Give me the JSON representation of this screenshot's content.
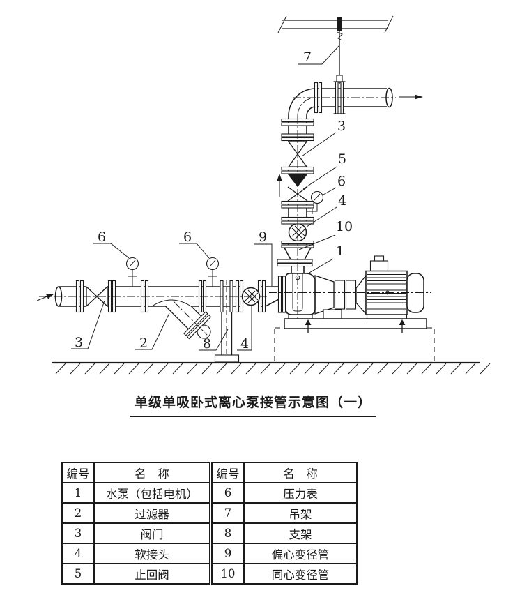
{
  "page": {
    "background": "#ffffff",
    "ink": "#1a1a1a"
  },
  "diagram": {
    "title": "单级单吸卧式离心泵接管示意图（一）",
    "callouts": {
      "n1": "1",
      "n2": "2",
      "n3": "3",
      "n4": "4",
      "n5": "5",
      "n6": "6",
      "n7": "7",
      "n8": "8",
      "n9": "9",
      "n10": "10"
    }
  },
  "legend_table": {
    "headers": [
      "编号",
      "名　称",
      "编号",
      "名　称"
    ],
    "rows": [
      [
        "1",
        "水泵（包括电机）",
        "6",
        "压力表"
      ],
      [
        "2",
        "过滤器",
        "7",
        "吊架"
      ],
      [
        "3",
        "阀门",
        "8",
        "支架"
      ],
      [
        "4",
        "软接头",
        "9",
        "偏心变径管"
      ],
      [
        "5",
        "止回阀",
        "10",
        "同心变径管"
      ]
    ]
  }
}
